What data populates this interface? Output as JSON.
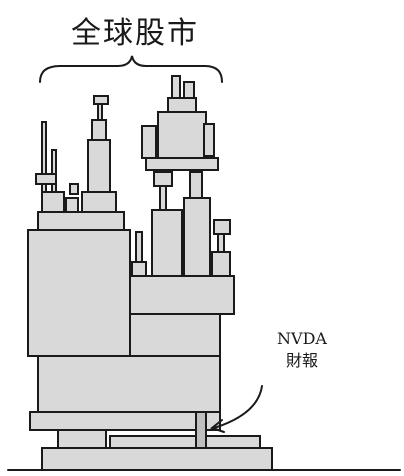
{
  "title": "全球股市",
  "callout": {
    "line1": "NVDA",
    "line2": "財報"
  },
  "colors": {
    "ink": "#1a1a1a",
    "block": "#d9d9d9",
    "background": "#ffffff"
  }
}
